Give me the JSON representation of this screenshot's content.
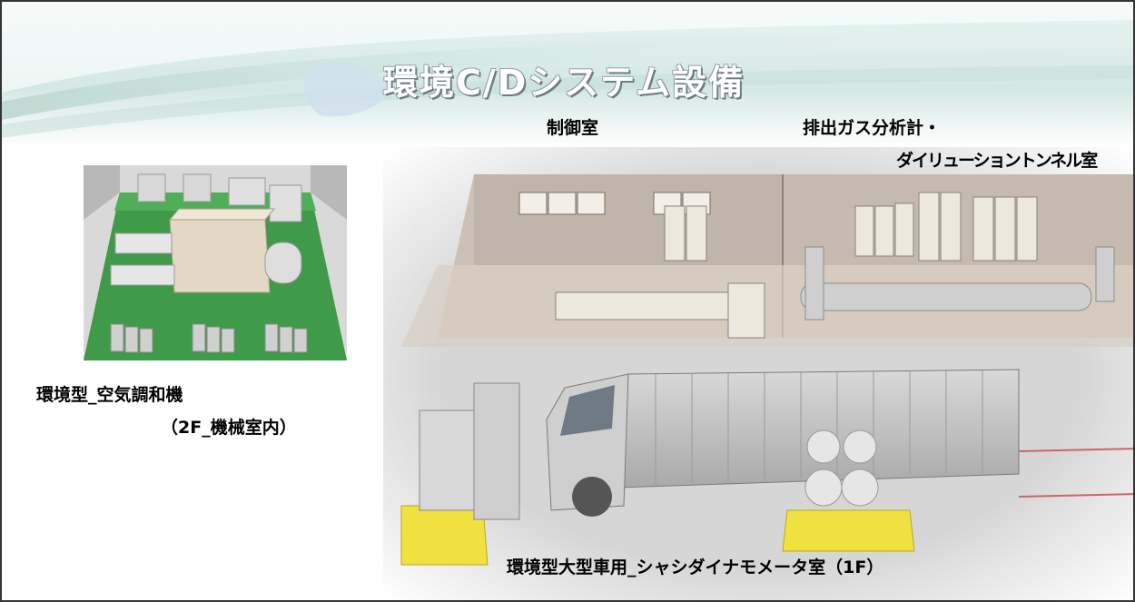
{
  "title": "環境C/Dシステム設備",
  "labels": {
    "control_room": "制御室",
    "exhaust_line1": "排出ガス分析計・",
    "exhaust_line2": "ダイリューショントンネル室",
    "ac_line1": "環境型_空気調和機",
    "ac_line2": "（2F_機械室内）",
    "chassis_room": "環境型大型車用_シャシダイナモメータ室（1F）"
  }
}
